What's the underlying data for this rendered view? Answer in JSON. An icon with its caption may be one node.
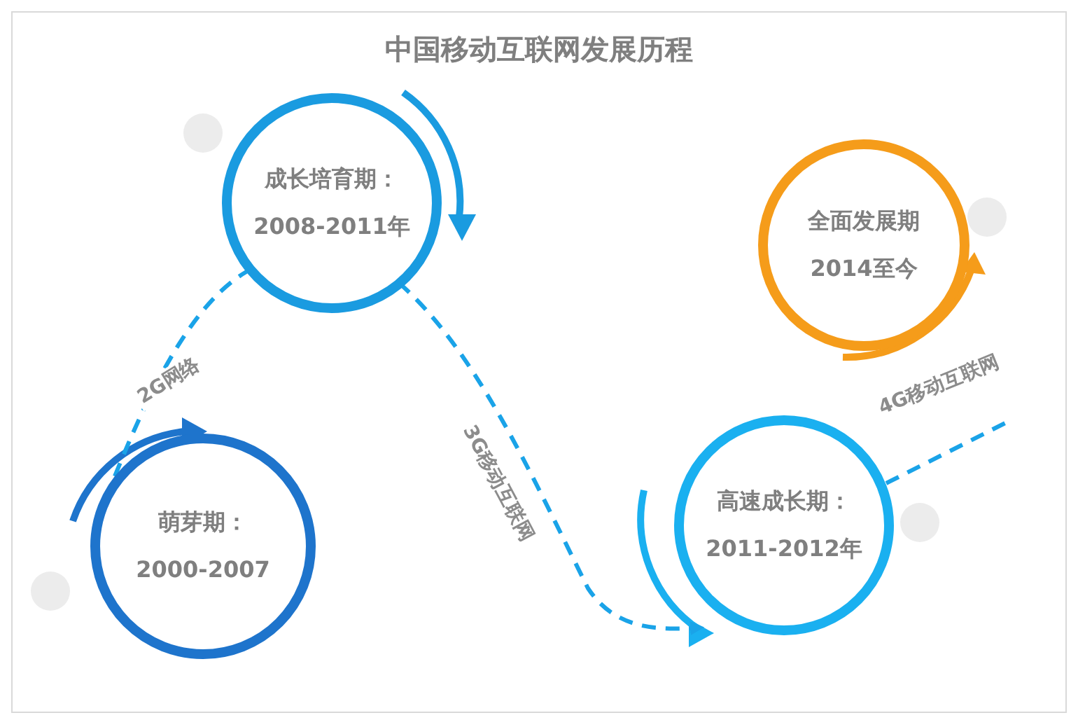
{
  "diagram": {
    "title": "中国移动互联网发展历程",
    "nodes": [
      {
        "text": [
          "萌芽期：",
          "2000-2007"
        ]
      },
      {
        "text": [
          "成长培育期：",
          "2008-2011年"
        ]
      },
      {
        "text": [
          "高速成长期：",
          "2011-2012年"
        ]
      },
      {
        "text": [
          "全面发展期",
          "2014至今"
        ]
      }
    ],
    "edges": [
      {
        "from": 0,
        "to": 1,
        "arrow": "none",
        "label": "2G网络",
        "style": "dashed"
      },
      {
        "from": 1,
        "to": 2,
        "arrow": "to",
        "label": "3G移动互联网",
        "style": "dashed"
      },
      {
        "from": 2,
        "to": null,
        "arrow": "none",
        "label": "4G移动互联网",
        "style": "dashed"
      }
    ]
  }
}
